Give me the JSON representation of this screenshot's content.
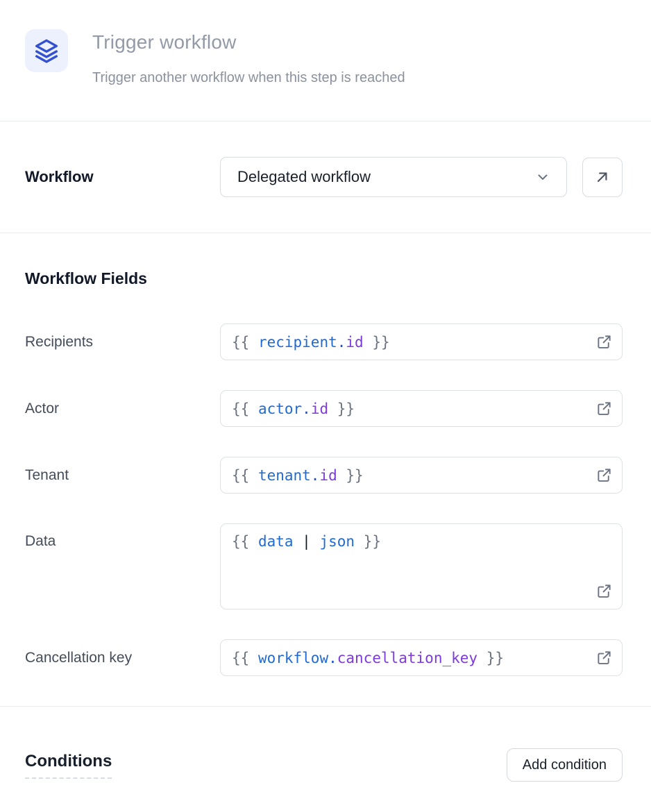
{
  "header": {
    "icon": "stack-icon",
    "icon_bg": "#ecf1fd",
    "icon_color": "#3350d2",
    "title": "Trigger workflow",
    "subtitle": "Trigger another workflow when this step is reached"
  },
  "workflow_row": {
    "label": "Workflow",
    "selected_value": "Delegated workflow",
    "chevron_icon": "chevron-down-icon",
    "open_button_icon": "arrow-up-right-icon"
  },
  "fields_section": {
    "heading": "Workflow Fields",
    "external_link_icon": "external-link-icon",
    "fields": [
      {
        "label": "Recipients",
        "multiline": false,
        "tokens": [
          {
            "text": "{{ ",
            "type": "brace"
          },
          {
            "text": "recipient",
            "type": "var"
          },
          {
            "text": ".",
            "type": "dot"
          },
          {
            "text": "id",
            "type": "prop"
          },
          {
            "text": " }}",
            "type": "brace"
          }
        ]
      },
      {
        "label": "Actor",
        "multiline": false,
        "tokens": [
          {
            "text": "{{ ",
            "type": "brace"
          },
          {
            "text": "actor",
            "type": "var"
          },
          {
            "text": ".",
            "type": "dot"
          },
          {
            "text": "id",
            "type": "prop"
          },
          {
            "text": " }}",
            "type": "brace"
          }
        ]
      },
      {
        "label": "Tenant",
        "multiline": false,
        "tokens": [
          {
            "text": "{{ ",
            "type": "brace"
          },
          {
            "text": "tenant",
            "type": "var"
          },
          {
            "text": ".",
            "type": "dot"
          },
          {
            "text": "id",
            "type": "prop"
          },
          {
            "text": " }}",
            "type": "brace"
          }
        ]
      },
      {
        "label": "Data",
        "multiline": true,
        "tokens": [
          {
            "text": "{{ ",
            "type": "brace"
          },
          {
            "text": "data",
            "type": "var"
          },
          {
            "text": " ",
            "type": "plain"
          },
          {
            "text": "|",
            "type": "pipe"
          },
          {
            "text": " ",
            "type": "plain"
          },
          {
            "text": "json",
            "type": "var"
          },
          {
            "text": " }}",
            "type": "brace"
          }
        ]
      },
      {
        "label": "Cancellation key",
        "multiline": false,
        "tokens": [
          {
            "text": "{{ ",
            "type": "brace"
          },
          {
            "text": "workflow",
            "type": "var"
          },
          {
            "text": ".",
            "type": "dot"
          },
          {
            "text": "cancellation_key",
            "type": "prop"
          },
          {
            "text": " }}",
            "type": "brace"
          }
        ]
      }
    ]
  },
  "conditions_section": {
    "heading": "Conditions",
    "add_button_label": "Add condition"
  },
  "colors": {
    "code_brace": "#6a727e",
    "code_var": "#1f6ad4",
    "code_dot": "#1d4ed8",
    "code_prop": "#7c3bdb",
    "code_pipe": "#111827",
    "code_plain": "#111827",
    "icon_gray": "#6b7280",
    "arrow_dark": "#4b5563"
  }
}
